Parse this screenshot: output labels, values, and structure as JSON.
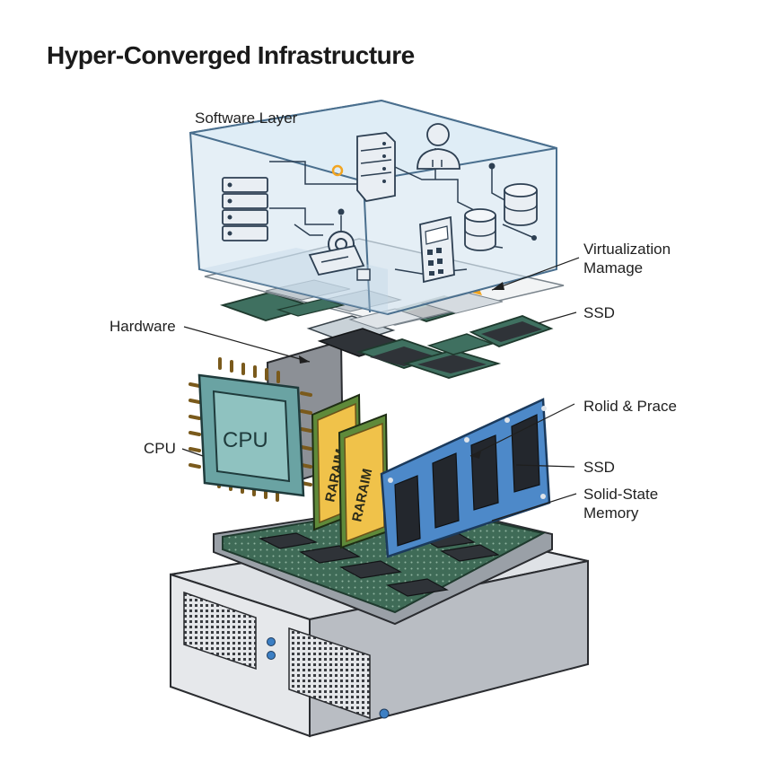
{
  "title": "Hyper-Converged Infrastructure",
  "labels": {
    "software_layer": "Software Layer",
    "virtualization_line1": "Virtualization",
    "virtualization_line2": "Mamage",
    "ssd_top": "SSD",
    "hardware": "Hardware",
    "rolid": "Rolid & Prace",
    "cpu": "CPU",
    "ssd_mid": "SSD",
    "solid_state_line1": "Solid-State",
    "solid_state_line2": "Memory"
  },
  "components": {
    "cpu_chip": "CPU",
    "ram_module_1": "RARAIM",
    "ram_module_2": "RARAIM"
  },
  "colors": {
    "glass": "#d6e6f3",
    "glass_stroke": "#4a6f8e",
    "cpu": "#7fb6b4",
    "ram": "#f0c24a",
    "ram_pcb": "#5f8a3a",
    "ssd_board": "#4d89c9",
    "motherboard": "#355e4d",
    "server": "#d3d6da",
    "accent": "#f2a521"
  }
}
